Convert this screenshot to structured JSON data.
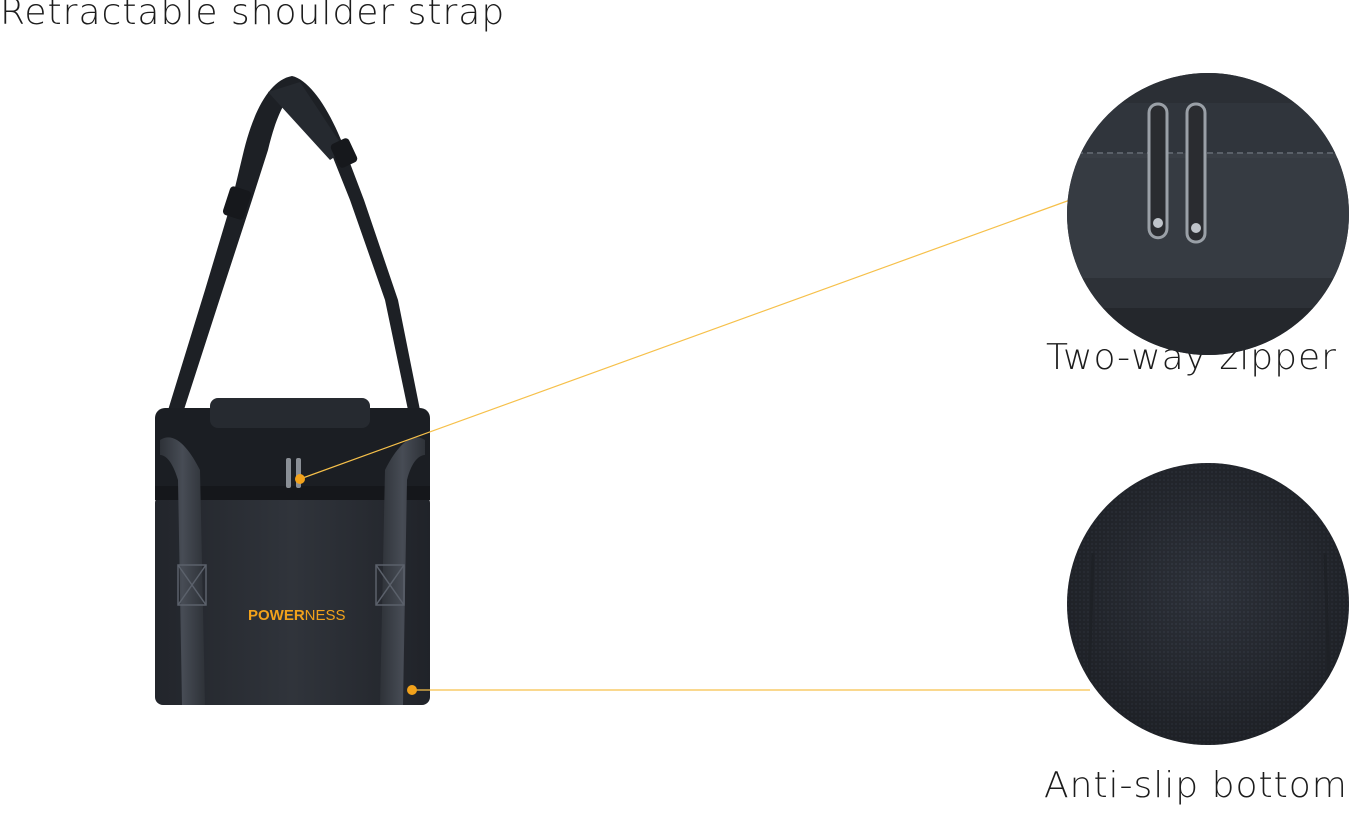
{
  "labels": {
    "strap": "Retractable shoulder strap",
    "zipper": "Two-way zipper",
    "bottom": "Anti-slip bottom"
  },
  "brand": {
    "bold": "POWER",
    "light": "NESS",
    "color": "#f2a21b"
  },
  "colors": {
    "callout_line": "#f6c04a",
    "callout_dot": "#f2a21b",
    "bag_body": "#2a2d33",
    "strap": "#3a3f47"
  }
}
